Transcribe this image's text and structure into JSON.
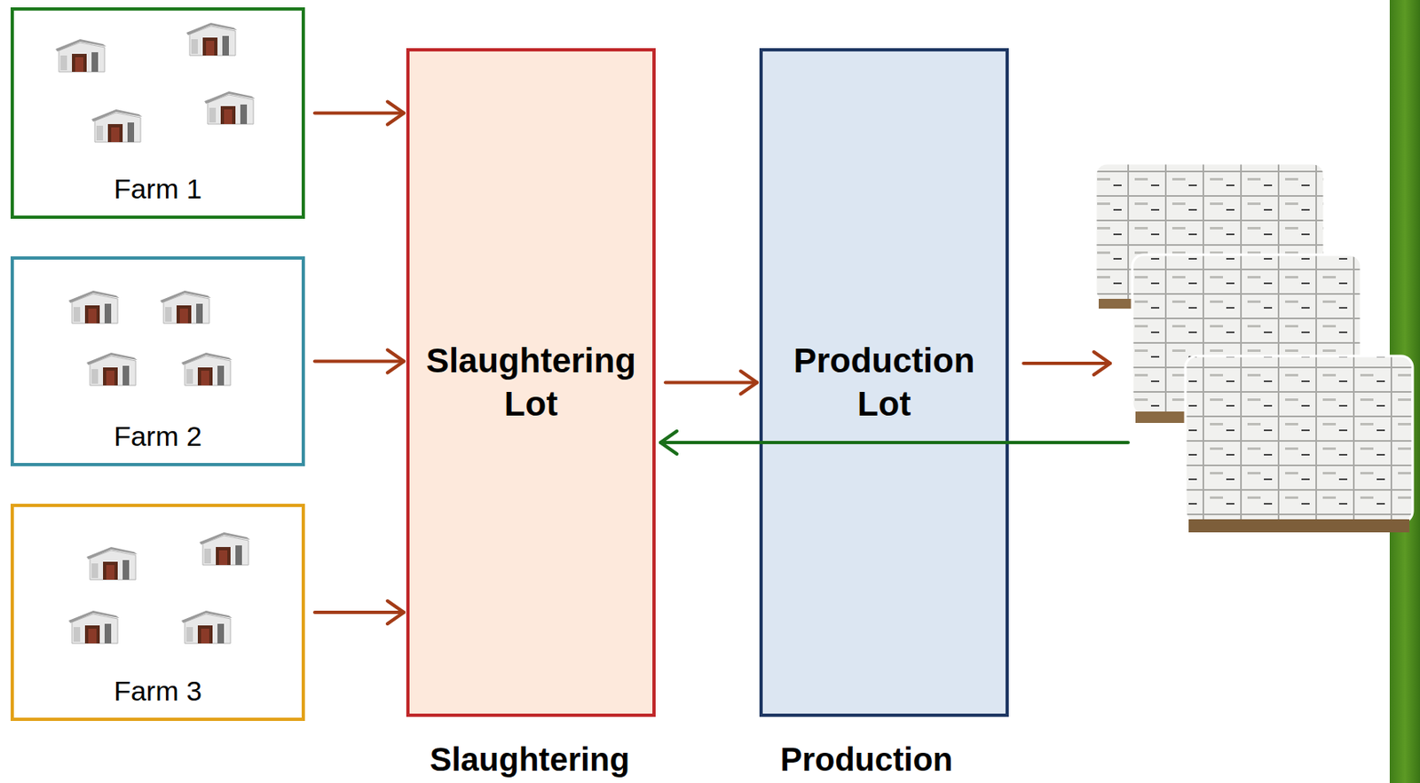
{
  "diagram": {
    "nodes": [
      {
        "text": [
          "Farm 1"
        ]
      },
      {
        "text": [
          "Farm 2"
        ]
      },
      {
        "text": [
          "Farm 3"
        ]
      },
      {
        "text": [
          "Slaughtering Lot"
        ]
      },
      {
        "text": [
          "Production Lot"
        ]
      }
    ],
    "edges": [
      {
        "from": 0,
        "to": 3,
        "arrow": "to"
      },
      {
        "from": 1,
        "to": 3,
        "arrow": "to"
      },
      {
        "from": 2,
        "to": 3,
        "arrow": "to"
      },
      {
        "from": 3,
        "to": 4,
        "arrow": "to"
      }
    ],
    "labels": [
      "Slaughtering",
      "Production"
    ]
  }
}
